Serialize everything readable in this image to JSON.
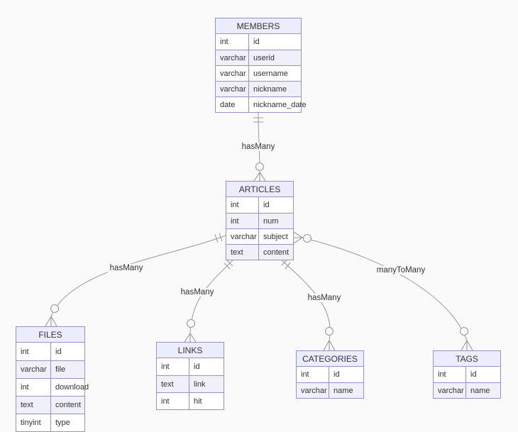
{
  "diagram": {
    "entities": [
      {
        "name": "MEMBERS",
        "rows": [
          {
            "type": "int",
            "name": "id"
          },
          {
            "type": "varchar",
            "name": "userid"
          },
          {
            "type": "varchar",
            "name": "username"
          },
          {
            "type": "varchar",
            "name": "nickname"
          },
          {
            "type": "date",
            "name": "nickname_date"
          }
        ]
      },
      {
        "name": "ARTICLES",
        "rows": [
          {
            "type": "int",
            "name": "id"
          },
          {
            "type": "int",
            "name": "num"
          },
          {
            "type": "varchar",
            "name": "subject"
          },
          {
            "type": "text",
            "name": "content"
          }
        ]
      },
      {
        "name": "FILES",
        "rows": [
          {
            "type": "int",
            "name": "id"
          },
          {
            "type": "varchar",
            "name": "file"
          },
          {
            "type": "int",
            "name": "download"
          },
          {
            "type": "text",
            "name": "content"
          },
          {
            "type": "tinyint",
            "name": "type"
          }
        ]
      },
      {
        "name": "LINKS",
        "rows": [
          {
            "type": "int",
            "name": "id"
          },
          {
            "type": "text",
            "name": "link"
          },
          {
            "type": "int",
            "name": "hit"
          }
        ]
      },
      {
        "name": "CATEGORIES",
        "rows": [
          {
            "type": "int",
            "name": "id"
          },
          {
            "type": "varchar",
            "name": "name"
          }
        ]
      },
      {
        "name": "TAGS",
        "rows": [
          {
            "type": "int",
            "name": "id"
          },
          {
            "type": "varchar",
            "name": "name"
          }
        ]
      }
    ],
    "relationships": [
      {
        "from": "MEMBERS",
        "to": "ARTICLES",
        "label": "hasMany",
        "from_cardinality": "exactly-one",
        "to_cardinality": "zero-or-many"
      },
      {
        "from": "ARTICLES",
        "to": "FILES",
        "label": "hasMany",
        "from_cardinality": "exactly-one",
        "to_cardinality": "zero-or-many"
      },
      {
        "from": "ARTICLES",
        "to": "LINKS",
        "label": "hasMany",
        "from_cardinality": "exactly-one",
        "to_cardinality": "zero-or-many"
      },
      {
        "from": "ARTICLES",
        "to": "CATEGORIES",
        "label": "hasMany",
        "from_cardinality": "exactly-one",
        "to_cardinality": "zero-or-many"
      },
      {
        "from": "ARTICLES",
        "to": "TAGS",
        "label": "manyToMany",
        "from_cardinality": "zero-or-many",
        "to_cardinality": "zero-or-many"
      }
    ],
    "colors": {
      "page-bg": "#fafafa",
      "entity-header-bg": "#ececff",
      "entity-border": "#9d8fc0",
      "row-bg-odd": "#ffffff",
      "row-bg-even": "#f0f0fa",
      "edge-color": "#999999",
      "text-color": "#333333"
    }
  }
}
